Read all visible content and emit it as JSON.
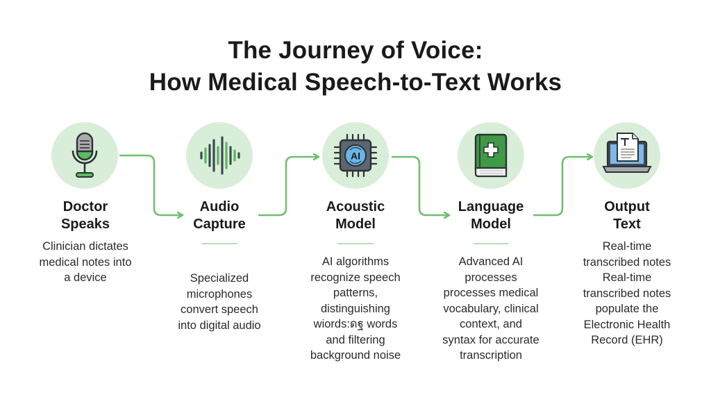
{
  "title": {
    "line1": "The Journey of Voice:",
    "line2": "How Medical Speech-to-Text Works"
  },
  "colors": {
    "accent": "#6fc06e",
    "circle_bg": "#d9eed8",
    "divider": "#b9dfb8",
    "text": "#1a1a1a"
  },
  "steps": [
    {
      "icon": "microphone-icon",
      "title_line1": "Doctor",
      "title_line2": "Speaks",
      "desc": [
        "Clinician dictates",
        "medical notes into",
        "a device"
      ]
    },
    {
      "icon": "sound-wave-icon",
      "title_line1": "Audio",
      "title_line2": "Capture",
      "desc": [
        "Specialized",
        "microphones",
        "convert speech",
        "into digital audio"
      ]
    },
    {
      "icon": "ai-chip-icon",
      "icon_label": "AI",
      "title_line1": "Acoustic",
      "title_line2": "Model",
      "desc": [
        "AI algorithms",
        "recognize speech",
        "patterns,",
        "distinguishing",
        "wiords:ดฐ words",
        "and filtering",
        "background noise"
      ]
    },
    {
      "icon": "medical-book-icon",
      "title_line1": "Language",
      "title_line2": "Model",
      "desc": [
        "Advanced AI",
        "processes",
        "processes medical",
        "vocabulary, clinical",
        "context, and",
        "syntax for accurate",
        "transcription"
      ]
    },
    {
      "icon": "laptop-document-icon",
      "title_line1": "Output",
      "title_line2": "Text",
      "desc": [
        "Real-time",
        "transcribed notes",
        "Real-time",
        "transcribed notes",
        "populate the",
        "Electronic Health",
        "Record (EHR)"
      ]
    }
  ]
}
